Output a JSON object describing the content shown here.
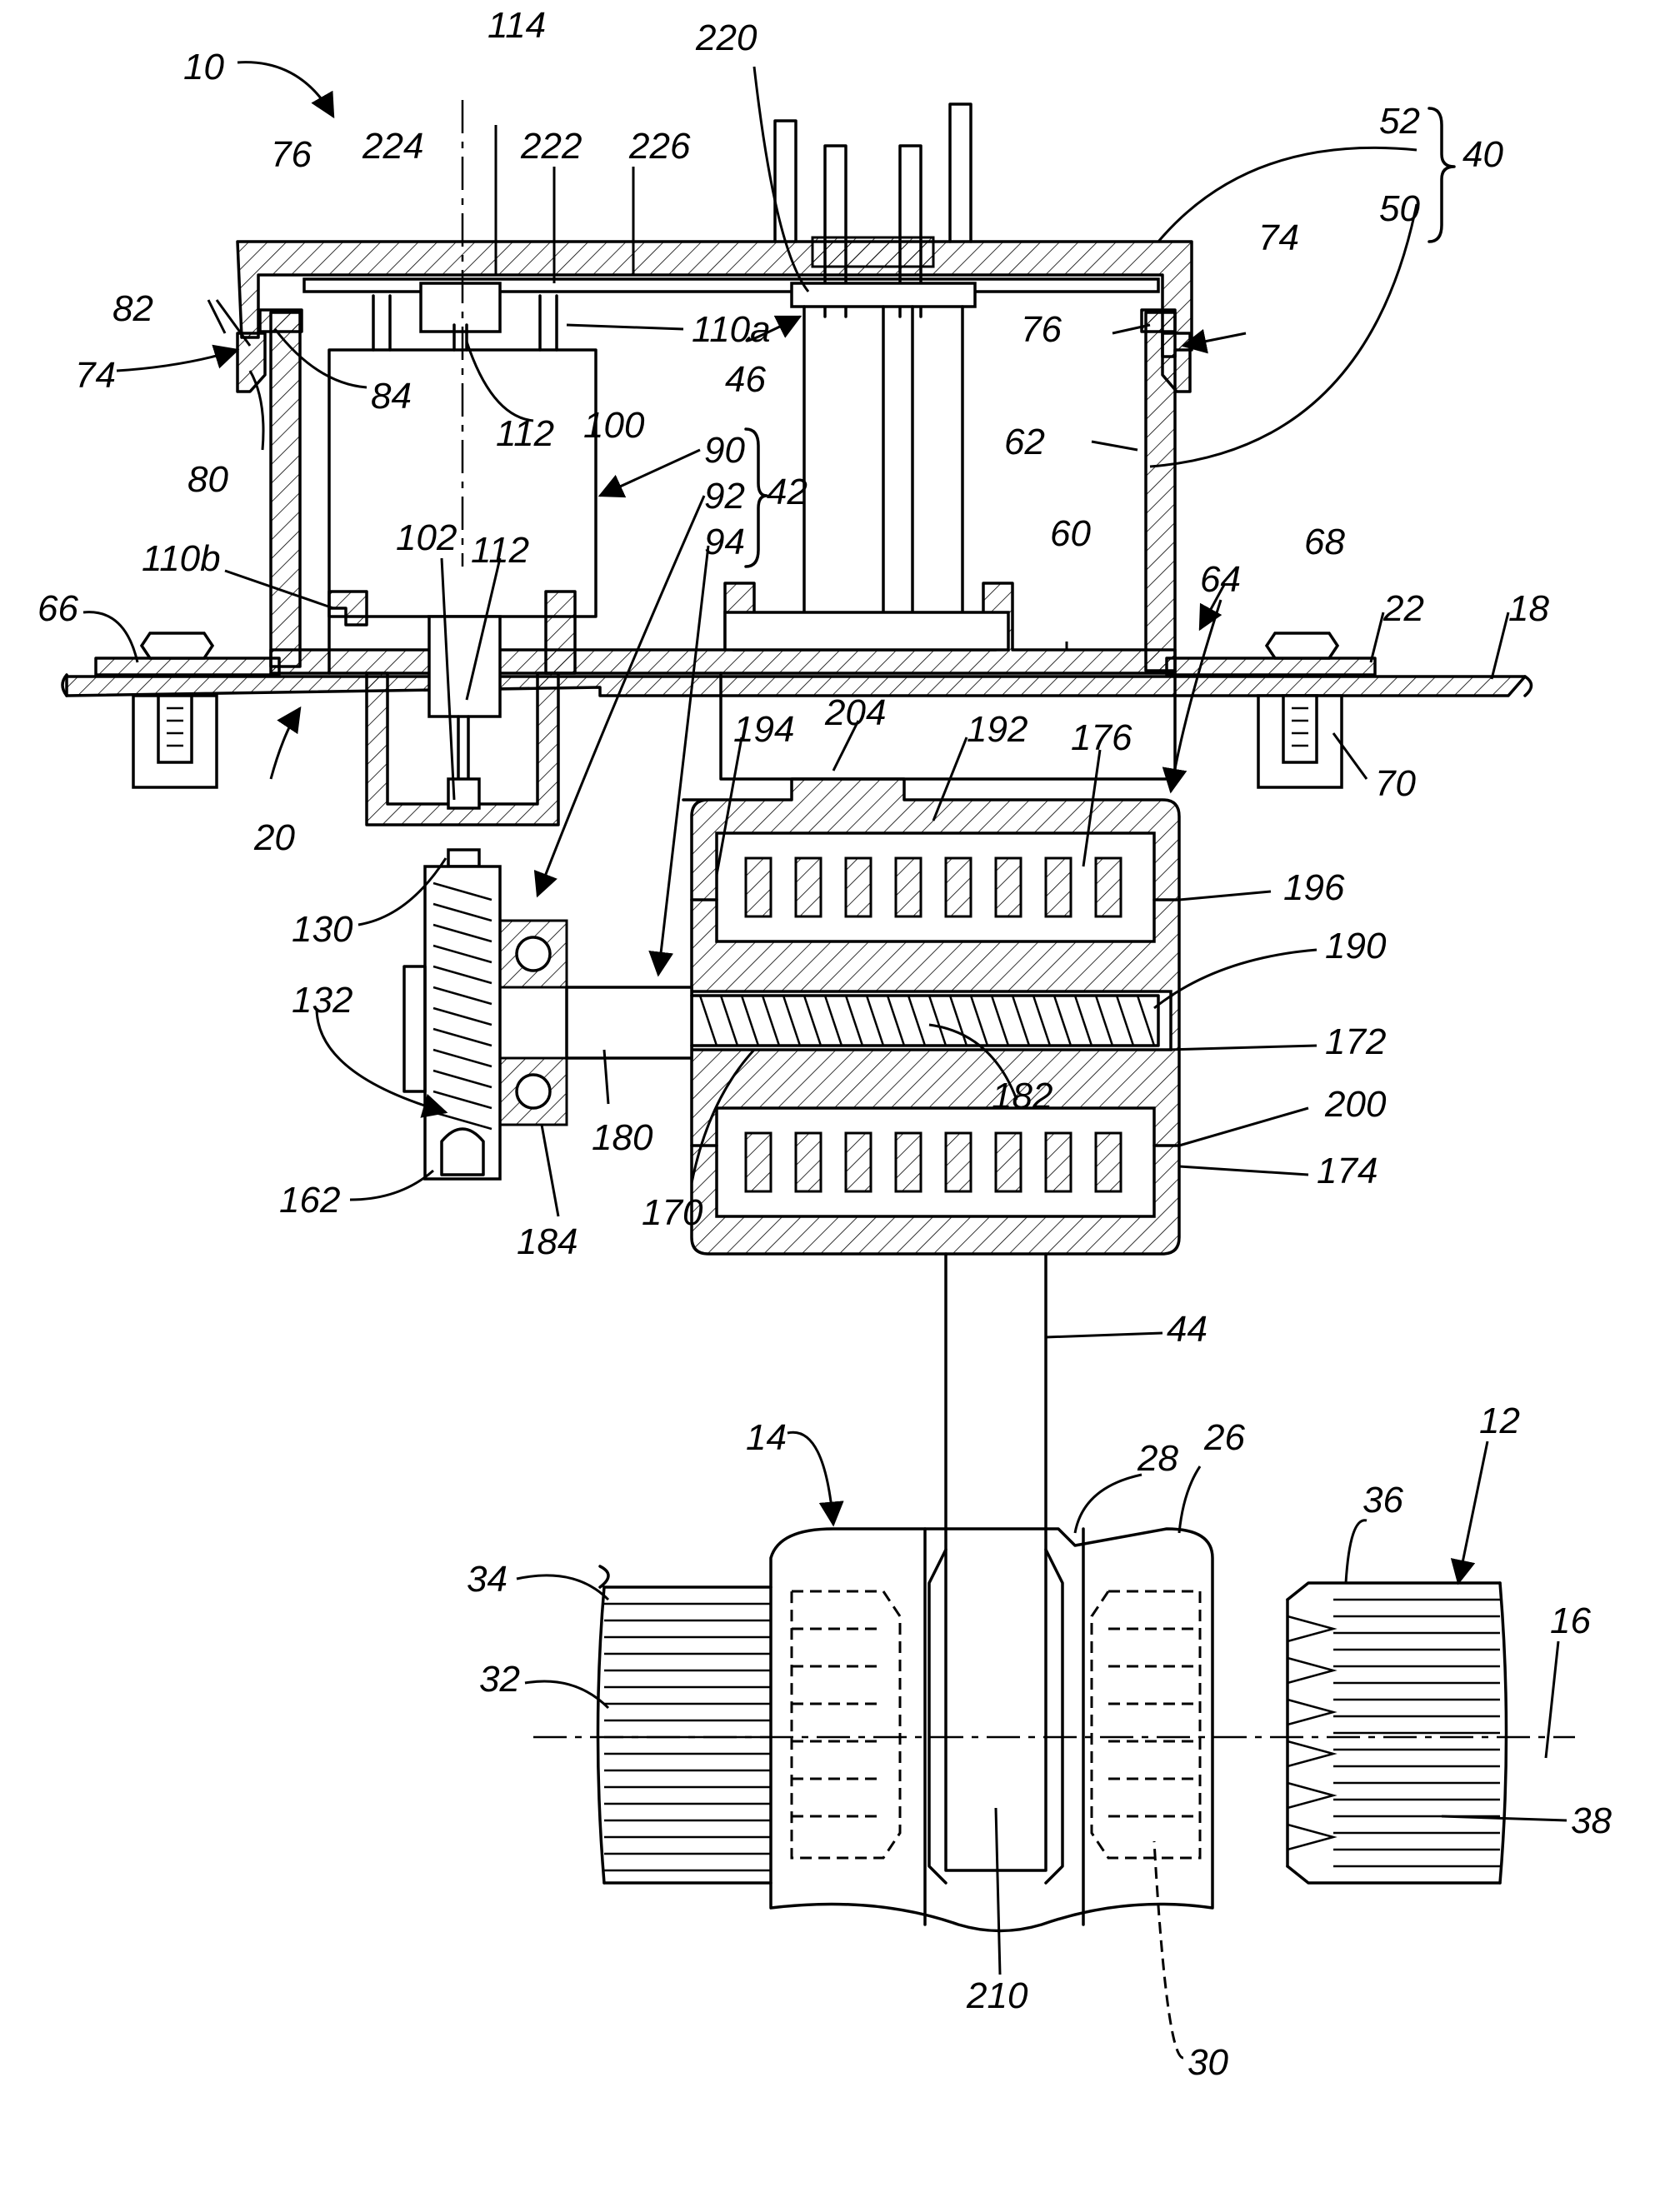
{
  "figure": {
    "reference_numerals": [
      {
        "id": "r10",
        "text": "10"
      },
      {
        "id": "r114",
        "text": "114"
      },
      {
        "id": "r220",
        "text": "220"
      },
      {
        "id": "r224",
        "text": "224"
      },
      {
        "id": "r222",
        "text": "222"
      },
      {
        "id": "r226",
        "text": "226"
      },
      {
        "id": "r76a",
        "text": "76"
      },
      {
        "id": "r52",
        "text": "52"
      },
      {
        "id": "r40",
        "text": "40"
      },
      {
        "id": "r50",
        "text": "50"
      },
      {
        "id": "r82",
        "text": "82"
      },
      {
        "id": "r74a",
        "text": "74"
      },
      {
        "id": "r74b",
        "text": "74"
      },
      {
        "id": "r76b",
        "text": "76"
      },
      {
        "id": "r84",
        "text": "84"
      },
      {
        "id": "r112a",
        "text": "112"
      },
      {
        "id": "r110a",
        "text": "110a"
      },
      {
        "id": "r46",
        "text": "46"
      },
      {
        "id": "r80",
        "text": "80"
      },
      {
        "id": "r100",
        "text": "100"
      },
      {
        "id": "r90",
        "text": "90"
      },
      {
        "id": "r92",
        "text": "92"
      },
      {
        "id": "r42",
        "text": "42"
      },
      {
        "id": "r94",
        "text": "94"
      },
      {
        "id": "r62",
        "text": "62"
      },
      {
        "id": "r102",
        "text": "102"
      },
      {
        "id": "r112b",
        "text": "112"
      },
      {
        "id": "r60",
        "text": "60"
      },
      {
        "id": "r68",
        "text": "68"
      },
      {
        "id": "r64",
        "text": "64"
      },
      {
        "id": "r110b",
        "text": "110b"
      },
      {
        "id": "r66",
        "text": "66"
      },
      {
        "id": "r22",
        "text": "22"
      },
      {
        "id": "r18",
        "text": "18"
      },
      {
        "id": "r194",
        "text": "194"
      },
      {
        "id": "r204",
        "text": "204"
      },
      {
        "id": "r192",
        "text": "192"
      },
      {
        "id": "r176",
        "text": "176"
      },
      {
        "id": "r20",
        "text": "20"
      },
      {
        "id": "r70",
        "text": "70"
      },
      {
        "id": "r130",
        "text": "130"
      },
      {
        "id": "r196",
        "text": "196"
      },
      {
        "id": "r190",
        "text": "190"
      },
      {
        "id": "r132",
        "text": "132"
      },
      {
        "id": "r172",
        "text": "172"
      },
      {
        "id": "r182",
        "text": "182"
      },
      {
        "id": "r200",
        "text": "200"
      },
      {
        "id": "r180",
        "text": "180"
      },
      {
        "id": "r174",
        "text": "174"
      },
      {
        "id": "r162",
        "text": "162"
      },
      {
        "id": "r184",
        "text": "184"
      },
      {
        "id": "r170",
        "text": "170"
      },
      {
        "id": "r44",
        "text": "44"
      },
      {
        "id": "r14",
        "text": "14"
      },
      {
        "id": "r28",
        "text": "28"
      },
      {
        "id": "r26",
        "text": "26"
      },
      {
        "id": "r36",
        "text": "36"
      },
      {
        "id": "r12",
        "text": "12"
      },
      {
        "id": "r34",
        "text": "34"
      },
      {
        "id": "r16",
        "text": "16"
      },
      {
        "id": "r32",
        "text": "32"
      },
      {
        "id": "r38",
        "text": "38"
      },
      {
        "id": "r210",
        "text": "210"
      },
      {
        "id": "r30",
        "text": "30"
      }
    ]
  }
}
